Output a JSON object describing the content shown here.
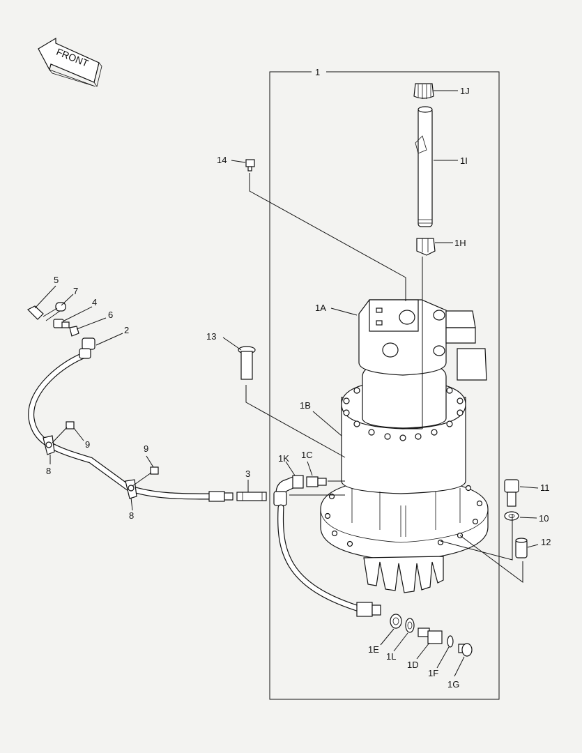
{
  "orientation": {
    "front_label": "FRONT"
  },
  "callouts": {
    "c1": "1",
    "c1A": "1A",
    "c1B": "1B",
    "c1C": "1C",
    "c1D": "1D",
    "c1E": "1E",
    "c1F": "1F",
    "c1G": "1G",
    "c1H": "1H",
    "c1I": "1I",
    "c1J": "1J",
    "c1K": "1K",
    "c1L": "1L",
    "c2": "2",
    "c3": "3",
    "c4": "4",
    "c5": "5",
    "c6": "6",
    "c7": "7",
    "c8a": "8",
    "c8b": "8",
    "c9a": "9",
    "c9b": "9",
    "c10": "10",
    "c11": "11",
    "c12": "12",
    "c13": "13",
    "c14": "14"
  }
}
